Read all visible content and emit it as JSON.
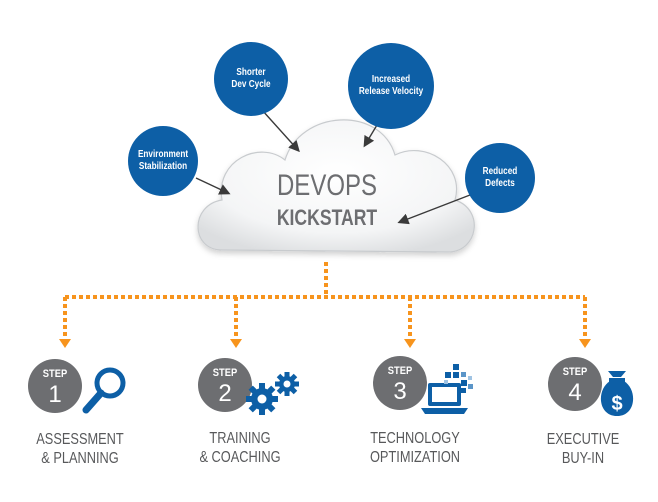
{
  "colors": {
    "blue": "#0d5fa6",
    "orange": "#f7941d",
    "step_gray": "#6d6e71",
    "text_gray": "#58595b"
  },
  "center": {
    "title_line1": "DEVOPS",
    "title_line2": "KICKSTART"
  },
  "benefits": [
    {
      "label": "Environment\nStabilization"
    },
    {
      "label": "Shorter\nDev Cycle"
    },
    {
      "label": "Increased\nRelease Velocity"
    },
    {
      "label": "Reduced\nDefects"
    }
  ],
  "steps": [
    {
      "word": "STEP",
      "number": "1",
      "label": "ASSESSMENT\n& PLANNING",
      "icon": "magnifier-icon"
    },
    {
      "word": "STEP",
      "number": "2",
      "label": "TRAINING\n& COACHING",
      "icon": "gears-icon"
    },
    {
      "word": "STEP",
      "number": "3",
      "label": "TECHNOLOGY\nOPTIMIZATION",
      "icon": "laptop-icon"
    },
    {
      "word": "STEP",
      "number": "4",
      "label": "EXECUTIVE\nBUY-IN",
      "icon": "money-bag-icon"
    }
  ]
}
